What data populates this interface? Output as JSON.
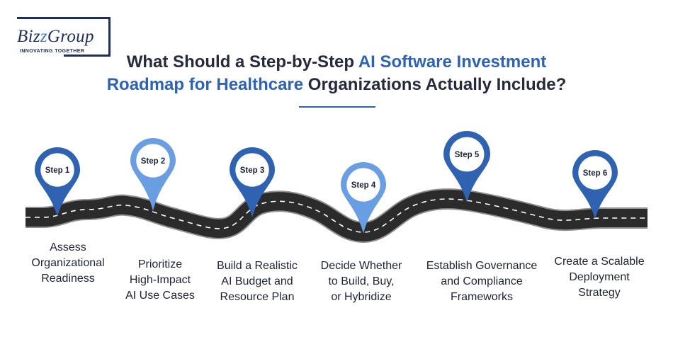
{
  "brand": {
    "logo_prefix": "Biz",
    "logo_z": "z",
    "logo_suffix": "Group",
    "tagline": "INNOVATING TOGETHER"
  },
  "title": {
    "part1": "What Should a Step-by-Step ",
    "highlight1": "AI Software Investment",
    "highlight2": "Roadmap for Healthcare",
    "part2": " Organizations Actually Include?"
  },
  "steps": [
    {
      "pin": "Step 1",
      "label_lines": [
        "Assess",
        "Organizational",
        "Readiness"
      ],
      "color": "#2f63b2"
    },
    {
      "pin": "Step 2",
      "label_lines": [
        "Prioritize",
        "High-Impact",
        "AI Use Cases"
      ],
      "color": "#6a9ee3"
    },
    {
      "pin": "Step 3",
      "label_lines": [
        "Build a Realistic",
        "AI Budget and",
        "Resource Plan"
      ],
      "color": "#2f63b2"
    },
    {
      "pin": "Step 4",
      "label_lines": [
        "Decide Whether",
        "to Build, Buy,",
        "or Hybridize"
      ],
      "color": "#6a9ee3"
    },
    {
      "pin": "Step 5",
      "label_lines": [
        "Establish Governance",
        "and Compliance",
        "Frameworks"
      ],
      "color": "#2f63b2"
    },
    {
      "pin": "Step 6",
      "label_lines": [
        "Create a Scalable",
        "Deployment",
        "Strategy"
      ],
      "color": "#2f63b2"
    }
  ],
  "colors": {
    "dark_blue": "#2f63b2",
    "light_blue": "#6a9ee3",
    "road": "#2b2b2b",
    "road_edge": "#8f8f8f"
  }
}
